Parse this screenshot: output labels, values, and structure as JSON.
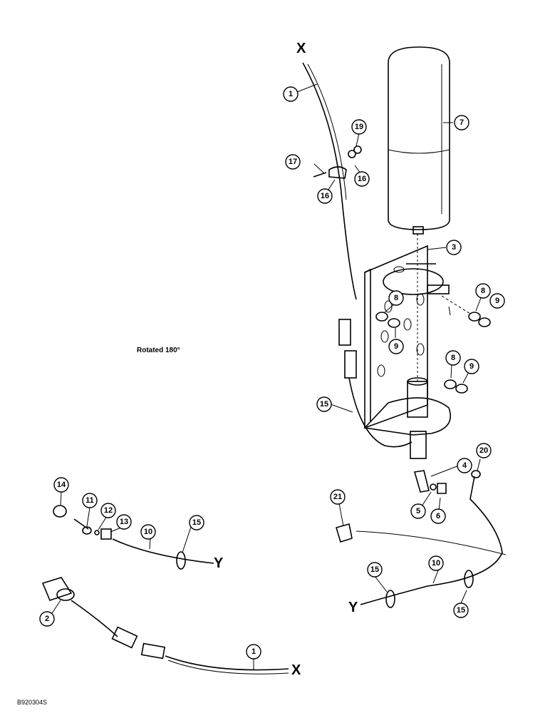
{
  "end_labels": {
    "x_top": "X",
    "x_bottom": "X",
    "y_left": "Y",
    "y_right": "Y"
  },
  "rotation_note": "Rotated 180°",
  "figure_id": "B920304S",
  "callouts": [
    {
      "id": "c1a",
      "text": "1"
    },
    {
      "id": "c1b",
      "text": "1"
    },
    {
      "id": "c2",
      "text": "2"
    },
    {
      "id": "c3",
      "text": "3"
    },
    {
      "id": "c4",
      "text": "4"
    },
    {
      "id": "c5",
      "text": "5"
    },
    {
      "id": "c6",
      "text": "6"
    },
    {
      "id": "c7",
      "text": "7"
    },
    {
      "id": "c8a",
      "text": "8"
    },
    {
      "id": "c8b",
      "text": "8"
    },
    {
      "id": "c8c",
      "text": "8"
    },
    {
      "id": "c9a",
      "text": "9"
    },
    {
      "id": "c9b",
      "text": "9"
    },
    {
      "id": "c9c",
      "text": "9"
    },
    {
      "id": "c10a",
      "text": "10"
    },
    {
      "id": "c10b",
      "text": "10"
    },
    {
      "id": "c11",
      "text": "11"
    },
    {
      "id": "c12",
      "text": "12"
    },
    {
      "id": "c13",
      "text": "13"
    },
    {
      "id": "c14",
      "text": "14"
    },
    {
      "id": "c15a",
      "text": "15"
    },
    {
      "id": "c15b",
      "text": "15"
    },
    {
      "id": "c15c",
      "text": "15"
    },
    {
      "id": "c15d",
      "text": "15"
    },
    {
      "id": "c16a",
      "text": "16"
    },
    {
      "id": "c16b",
      "text": "16"
    },
    {
      "id": "c17",
      "text": "17"
    },
    {
      "id": "c19",
      "text": "19"
    },
    {
      "id": "c20",
      "text": "20"
    },
    {
      "id": "c21",
      "text": "21"
    }
  ]
}
